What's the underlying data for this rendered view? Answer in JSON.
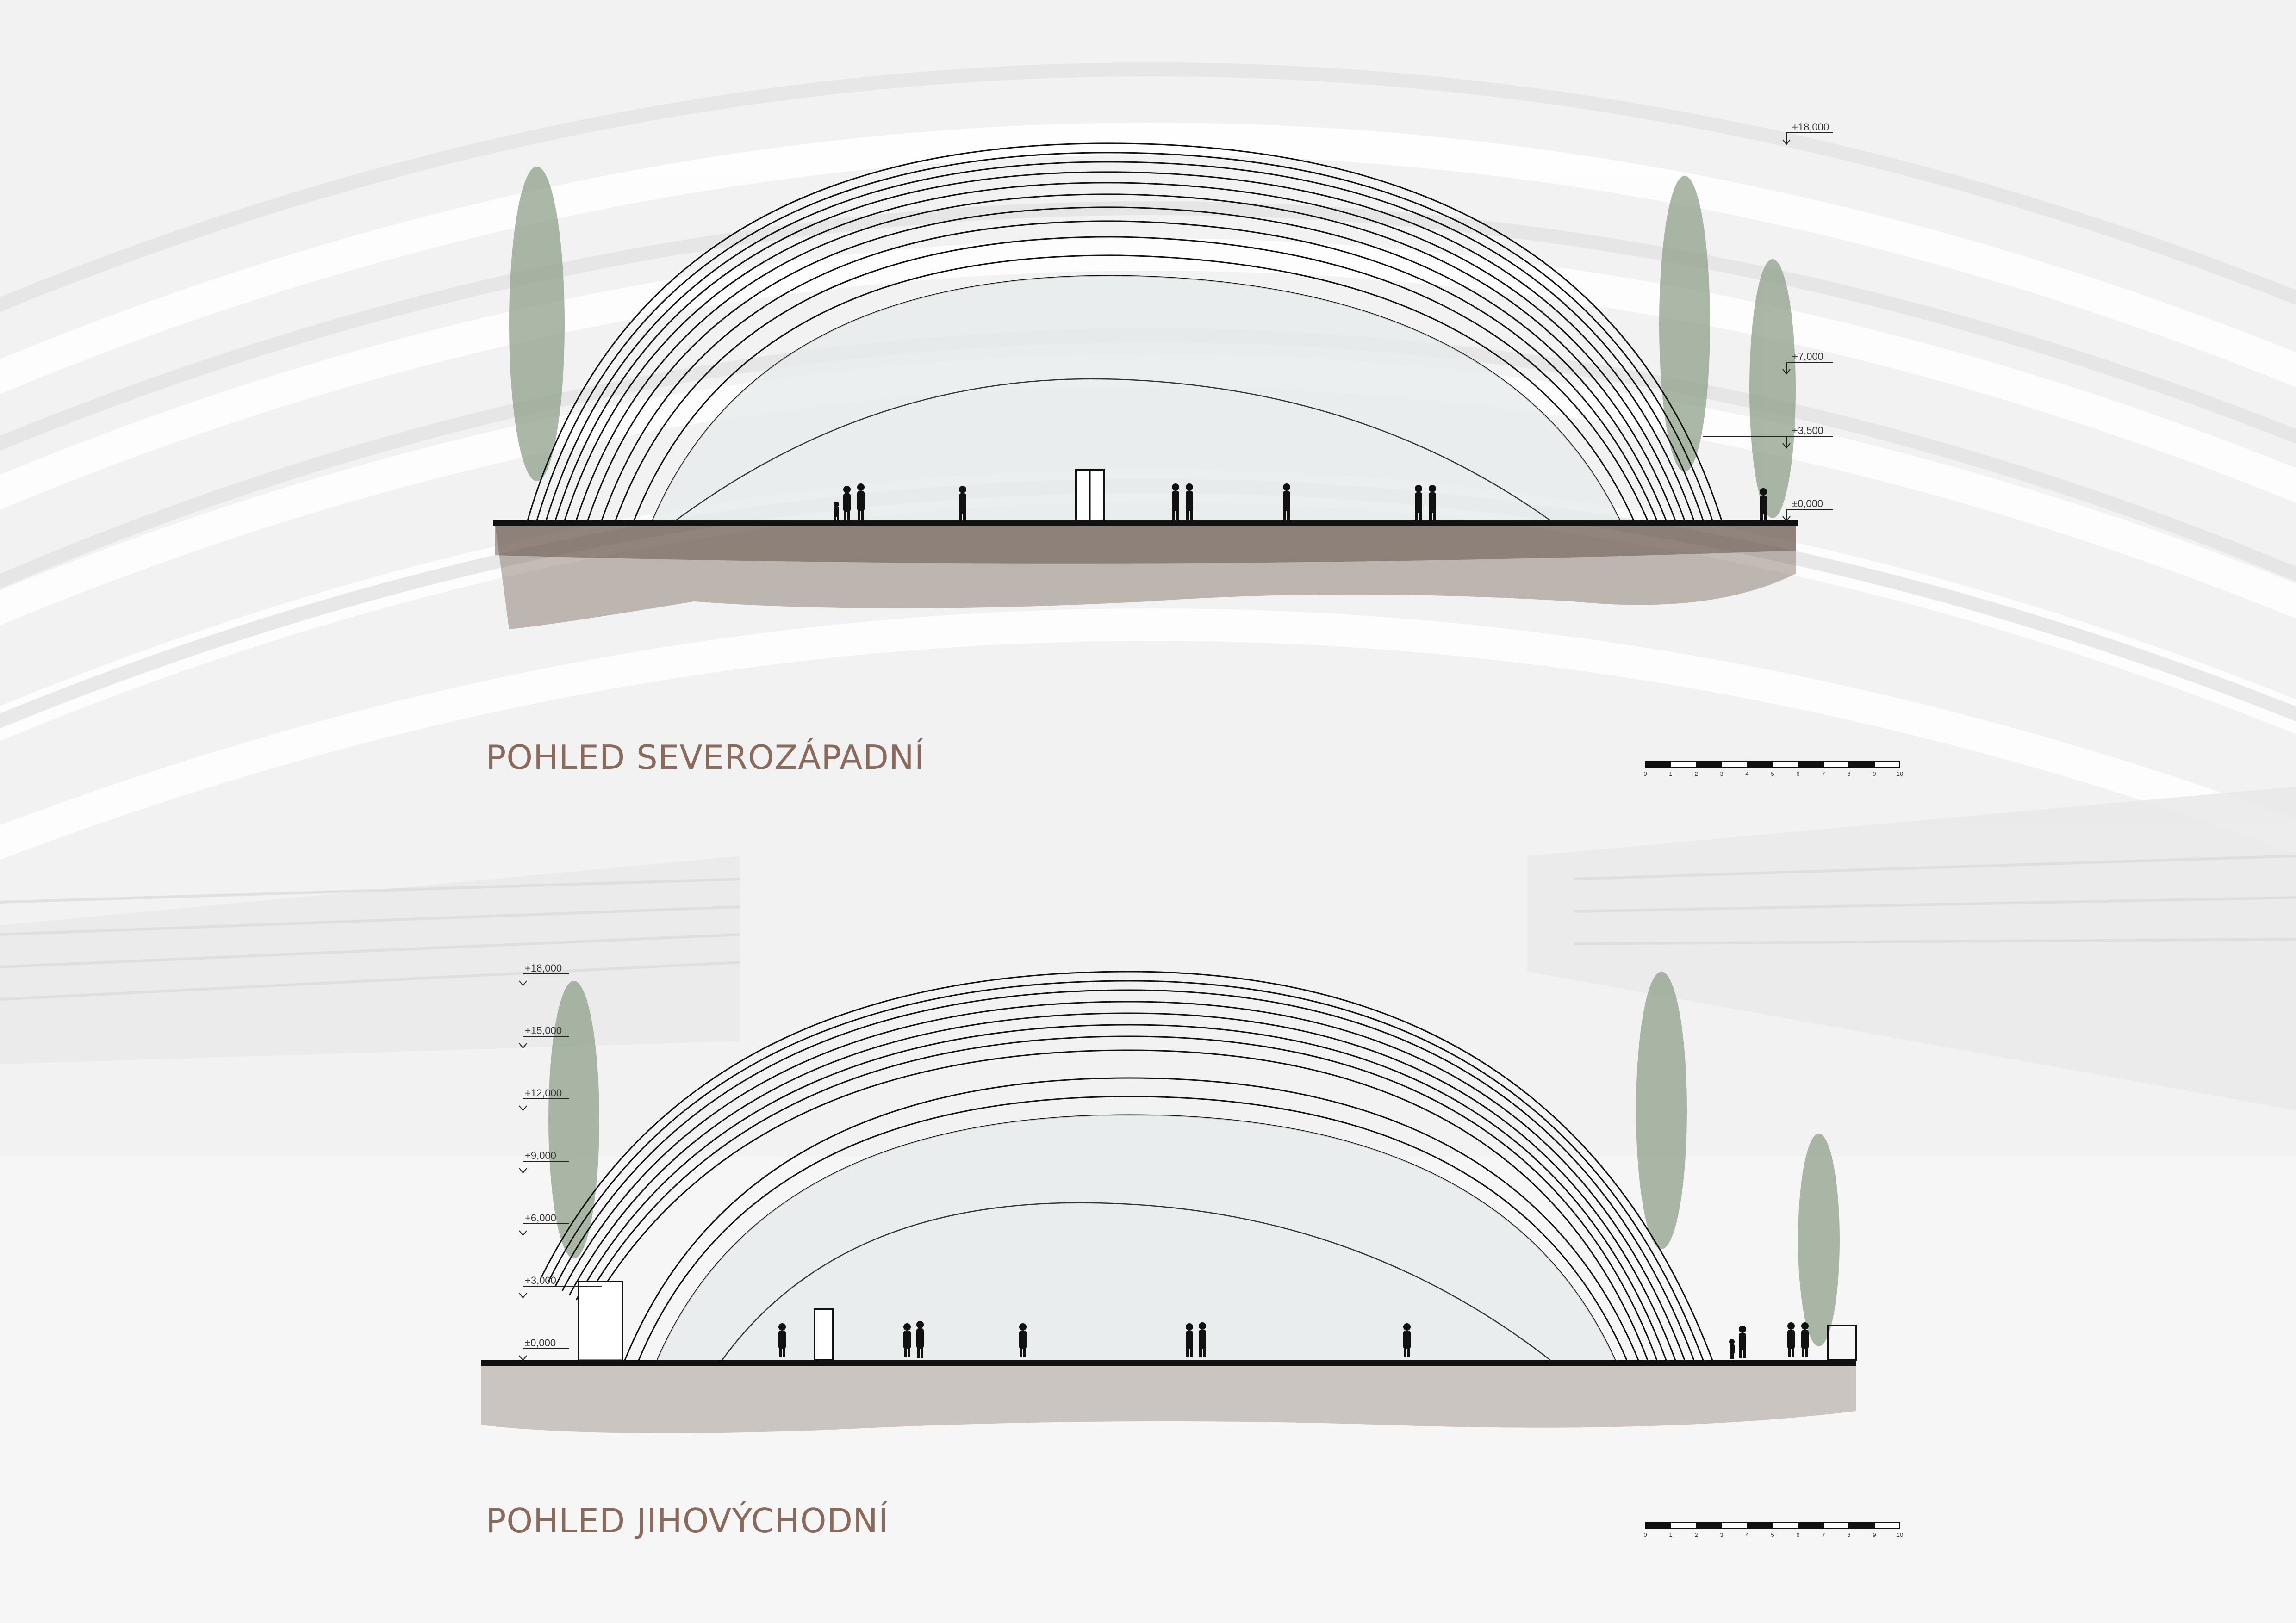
{
  "views": [
    {
      "title": "POHLED SEVEROZÁPADNÍ",
      "levels": [
        "+18,000",
        "+7,000",
        "+3,500",
        "±0,000"
      ],
      "scale_labels": [
        "0",
        "1",
        "2",
        "3",
        "4",
        "5",
        "6",
        "7",
        "8",
        "9",
        "10"
      ]
    },
    {
      "title": "POHLED JIHOVÝCHODNÍ",
      "levels": [
        "+18,000",
        "+15,000",
        "+12,000",
        "+9,000",
        "+6,000",
        "+3,000",
        "±0,000"
      ],
      "scale_labels": [
        "0",
        "1",
        "2",
        "3",
        "4",
        "5",
        "6",
        "7",
        "8",
        "9",
        "10"
      ]
    }
  ],
  "colors": {
    "title": "#8b6a5c",
    "soil": "#6e5a4e",
    "tree": "#8fa08a",
    "line": "#111111"
  }
}
